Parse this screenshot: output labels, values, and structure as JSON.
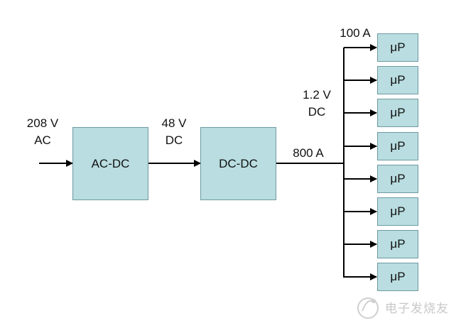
{
  "input": {
    "voltage": "208 V",
    "type": "AC"
  },
  "acdc": {
    "label": "AC-DC"
  },
  "bus48": {
    "voltage": "48 V",
    "type": "DC"
  },
  "dcdc": {
    "label": "DC-DC"
  },
  "output": {
    "current": "800 A",
    "voltage": "1.2 V",
    "type": "DC",
    "branch_current": "100 A"
  },
  "processors": [
    "μP",
    "μP",
    "μP",
    "μP",
    "μP",
    "μP",
    "μP",
    "μP"
  ],
  "watermark": {
    "text": "电子发烧友"
  },
  "colors": {
    "box_fill": "#b9dde0",
    "box_border": "#6e9aa0",
    "line": "#000000"
  }
}
